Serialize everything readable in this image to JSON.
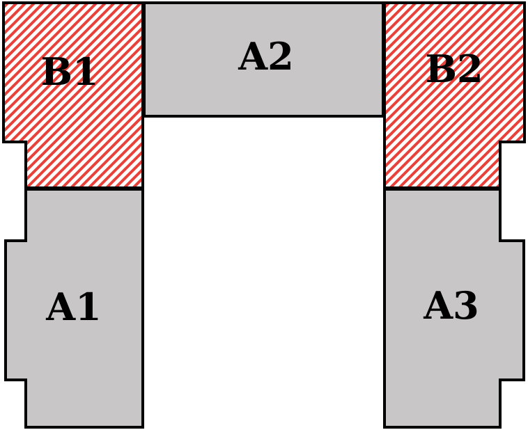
{
  "colors": {
    "unit_fill": "#c8c6c7",
    "hatch_stripe": "#e8413a",
    "hatch_bg": "#ffffff",
    "outline": "#000000",
    "background": "#ffffff"
  },
  "units": [
    {
      "id": "B1",
      "label": "B1",
      "style": "hatched"
    },
    {
      "id": "A2",
      "label": "A2",
      "style": "solid"
    },
    {
      "id": "B2",
      "label": "B2",
      "style": "hatched"
    },
    {
      "id": "A1",
      "label": "A1",
      "style": "solid"
    },
    {
      "id": "A3",
      "label": "A3",
      "style": "solid"
    }
  ]
}
